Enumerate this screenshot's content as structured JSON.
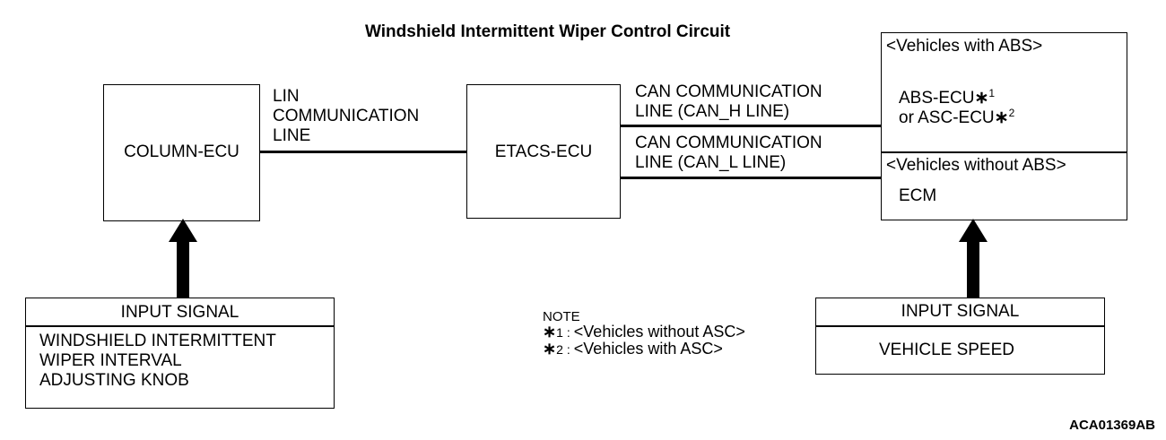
{
  "title": "Windshield Intermittent Wiper Control Circuit",
  "column_ecu": {
    "label": "COLUMN-ECU"
  },
  "etacs_ecu": {
    "label": "ETACS-ECU"
  },
  "lin_line": {
    "lines": [
      "LIN",
      "COMMUNICATION",
      "LINE"
    ]
  },
  "can_h": {
    "lines": [
      "CAN COMMUNICATION",
      "LINE (CAN_H LINE)"
    ]
  },
  "can_l": {
    "lines": [
      "CAN COMMUNICATION",
      "LINE (CAN_L LINE)"
    ]
  },
  "right_box": {
    "with_abs_header": "<Vehicles with ABS>",
    "abs_ecu": "ABS-ECU",
    "abs_ecu_mark": "∗",
    "abs_ecu_mark_num": "1",
    "asc_ecu": "or ASC-ECU",
    "asc_ecu_mark": "∗",
    "asc_ecu_mark_num": "2",
    "without_abs_header": "<Vehicles without ABS>",
    "ecm": "ECM"
  },
  "left_input": {
    "header": "INPUT SIGNAL",
    "lines": [
      "WINDSHIELD INTERMITTENT",
      "WIPER INTERVAL",
      "ADJUSTING KNOB"
    ]
  },
  "right_input": {
    "header": "INPUT SIGNAL",
    "value": "VEHICLE SPEED"
  },
  "note": {
    "heading": "NOTE",
    "items": [
      {
        "mark": "∗",
        "num": "1",
        "sep": ":",
        "text": "<Vehicles without ASC>"
      },
      {
        "mark": "∗",
        "num": "2",
        "sep": ":",
        "text": "<Vehicles with ASC>"
      }
    ]
  },
  "figure_code": "ACA01369AB"
}
